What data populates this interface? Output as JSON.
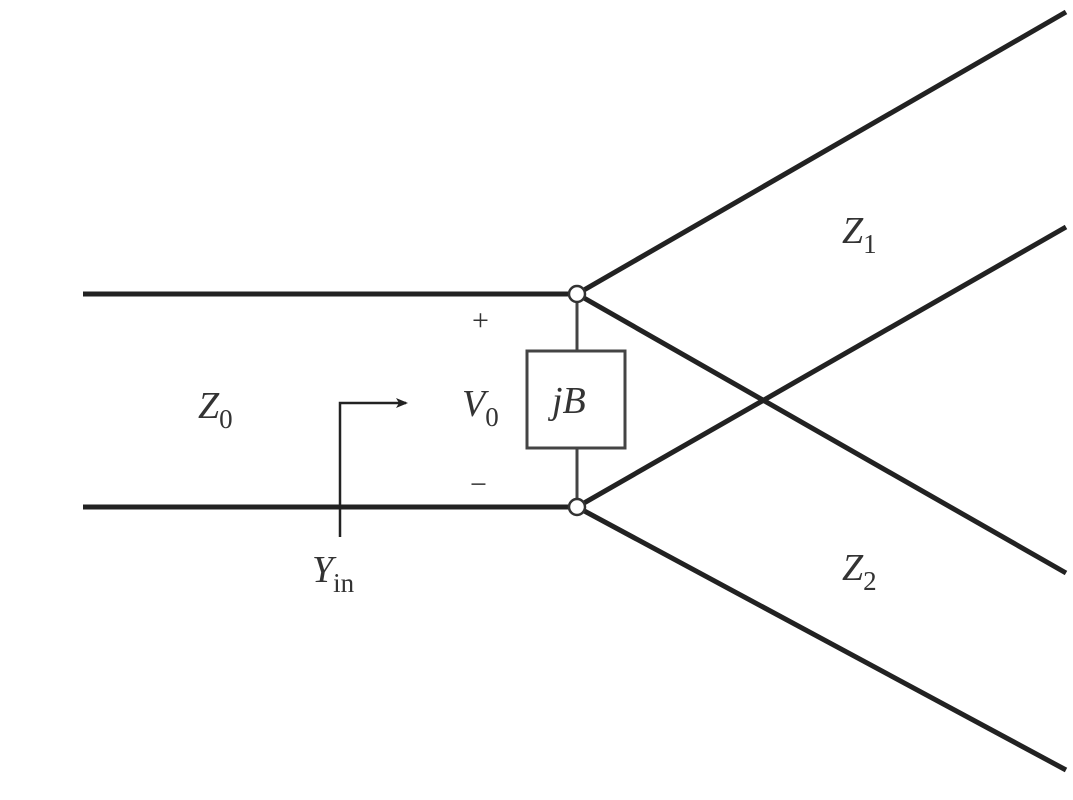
{
  "labels": {
    "z0": {
      "main": "Z",
      "sub": "0"
    },
    "z1": {
      "main": "Z",
      "sub": "1"
    },
    "z2": {
      "main": "Z",
      "sub": "2"
    },
    "v0": {
      "main": "V",
      "sub": "0"
    },
    "yin": {
      "main": "Y",
      "sub": "in"
    },
    "jb": "jB",
    "plus": "+",
    "minus": "−"
  }
}
